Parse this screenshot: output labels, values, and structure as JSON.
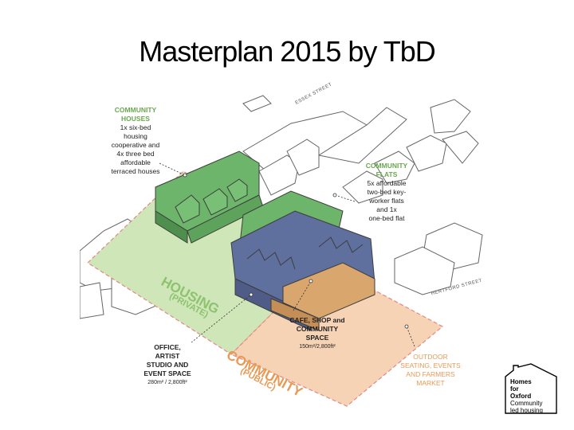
{
  "title": "Masterplan 2015 by TbD",
  "labels": {
    "community_houses": {
      "heading": [
        "COMMUNITY",
        "HOUSES"
      ],
      "body": [
        "1x six-bed",
        "housing",
        "cooperative and",
        "4x three bed",
        "affordable",
        "terraced houses"
      ]
    },
    "community_flats": {
      "heading": [
        "COMMUNITY",
        "FLATS"
      ],
      "body": [
        "5x affordable",
        "two-bed key-",
        "worker flats",
        "and 1x",
        "one-bed flat"
      ]
    },
    "cafe": {
      "heading": [
        "CAFE, SHOP and",
        "COMMUNITY",
        "SPACE"
      ],
      "area": "150m²/2,800ft²"
    },
    "office": {
      "heading": [
        "OFFICE,",
        "ARTIST",
        "STUDIO AND",
        "EVENT SPACE"
      ],
      "area": "280m² / 2,800ft²"
    },
    "outdoor": {
      "lines": [
        "OUTDOOR",
        "SEATING, EVENTS",
        "AND FARMERS",
        "MARKET"
      ]
    }
  },
  "zones": {
    "housing": "HOUSING",
    "housing_sub": "(PRIVATE)",
    "community": "COMMUNITY",
    "community_sub": "(PUBLIC)"
  },
  "streets": {
    "essex": "ESSEX STREET",
    "hertford": "HERTFORD STREET"
  },
  "logo": {
    "lines": [
      "Homes",
      "for",
      "Oxford",
      "Community",
      "led housing"
    ]
  },
  "colors": {
    "housing_fill": "#cfe6b8",
    "community_fill": "#f6d3b4",
    "green_building": "#6db56a",
    "blue_building": "#5f6f9e",
    "orange_building": "#d9a66e",
    "green_text": "#6aa84f",
    "orange_text": "#e89a55"
  }
}
